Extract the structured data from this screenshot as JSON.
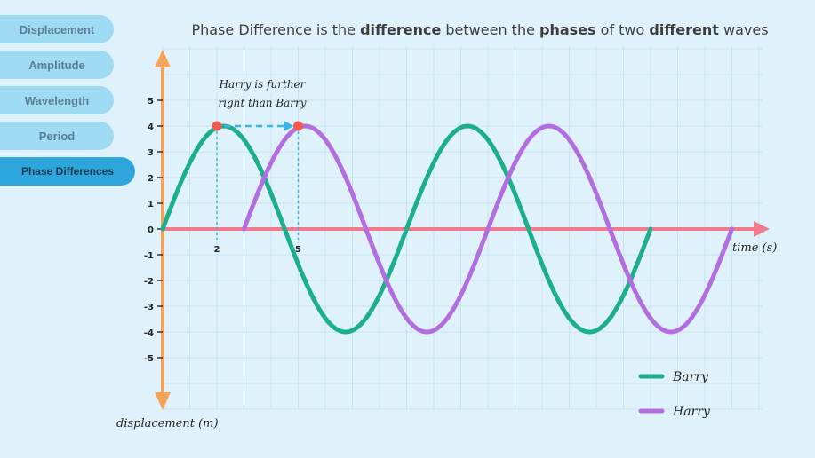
{
  "sidebar": {
    "items": [
      {
        "label": "Displacement",
        "active": false
      },
      {
        "label": "Amplitude",
        "active": false
      },
      {
        "label": "Wavelength",
        "active": false
      },
      {
        "label": "Period",
        "active": false
      },
      {
        "label": "Phase Differences",
        "active": true
      }
    ]
  },
  "title": {
    "t1": "Phase Difference is the ",
    "b1": "difference",
    "t2": " between the ",
    "b2": "phases",
    "t3": " of two ",
    "b3": "different",
    "t4": " waves"
  },
  "annotation": {
    "line1": "Harry is further",
    "line2": "right than Barry"
  },
  "chart_data": {
    "type": "line",
    "xlabel": "time (s)",
    "ylabel": "displacement (m)",
    "yticks": [
      5,
      4,
      3,
      2,
      1,
      0,
      -1,
      -2,
      -3,
      -4,
      -5
    ],
    "xticks": [
      2,
      5
    ],
    "grid": true,
    "legend_position": "bottom-right",
    "series": [
      {
        "name": "Barry",
        "color": "#1dae8c",
        "amplitude": 4,
        "period": 9,
        "start": 0,
        "end": 18,
        "peak": [
          2,
          4
        ]
      },
      {
        "name": "Harry",
        "color": "#b26ee0",
        "amplitude": 4,
        "period": 9,
        "start": 3,
        "end": 21,
        "peak": [
          5,
          4
        ]
      }
    ],
    "axis_color_x": "#f07b8d",
    "axis_color_y": "#f5a25a",
    "marker_color": "#f25a4e",
    "arrow_color": "#3ab4e6"
  }
}
